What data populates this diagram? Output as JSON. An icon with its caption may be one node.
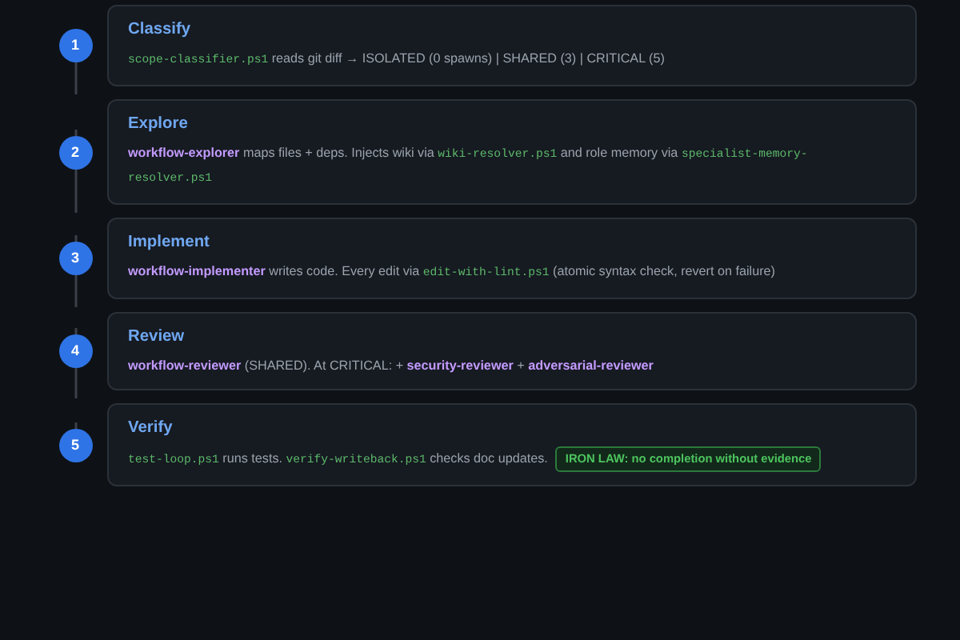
{
  "diagram": {
    "nodes": [
      {
        "text": [
          "1"
        ]
      },
      {
        "text": [
          "Classify",
          "*scope-classifier.ps1* reads git diff → ISOLATED (0 spawns) | SHARED (3) | CRITICAL (5)"
        ]
      },
      {
        "text": [
          "2"
        ]
      },
      {
        "text": [
          "Explore",
          "**workflow-explorer** maps files + deps. Injects wiki via *wiki-resolver.ps1* and role memory via *specialist-memory-resolver.ps1*"
        ]
      },
      {
        "text": [
          "3"
        ]
      },
      {
        "text": [
          "Implement",
          "**workflow-implementer** writes code. Every edit via *edit-with-lint.ps1* (atomic syntax check, revert on failure)"
        ]
      },
      {
        "text": [
          "4"
        ]
      },
      {
        "text": [
          "Review",
          "**workflow-reviewer** (SHARED). At CRITICAL: + **security-reviewer** + **adversarial-reviewer**"
        ]
      },
      {
        "text": [
          "5"
        ]
      },
      {
        "text": [
          "Verify",
          "*test-loop.ps1* runs tests. *verify-writeback.ps1* checks doc updates.",
          "IRON LAW: no completion without evidence"
        ]
      }
    ],
    "edges": [
      {
        "from": 0,
        "to": 2,
        "arrow": "none"
      },
      {
        "from": 2,
        "to": 4,
        "arrow": "none"
      },
      {
        "from": 4,
        "to": 6,
        "arrow": "none"
      },
      {
        "from": 6,
        "to": 8,
        "arrow": "none"
      }
    ]
  }
}
